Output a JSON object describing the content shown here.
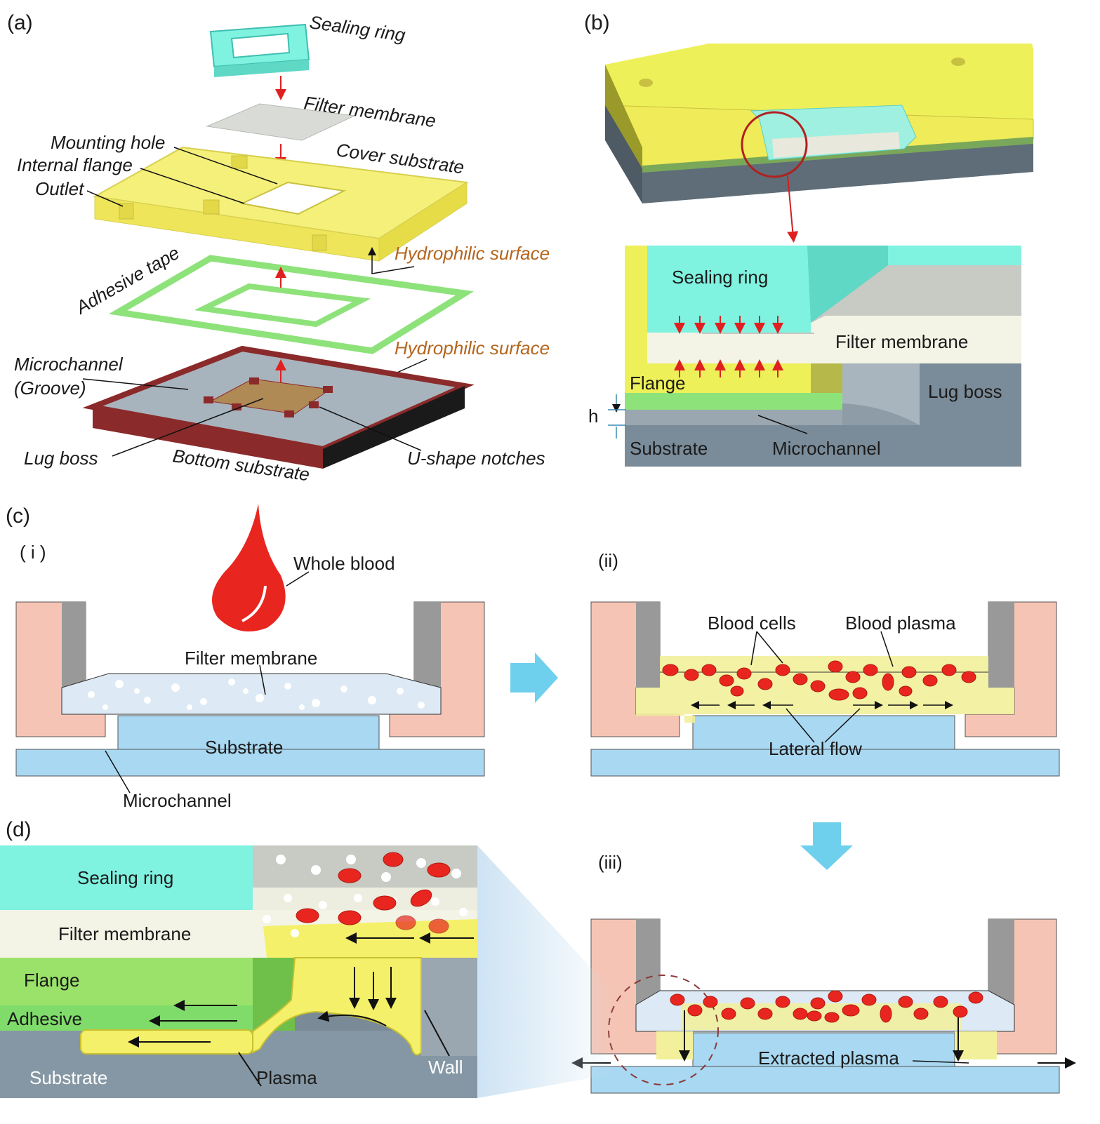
{
  "panels": {
    "a": "(a)",
    "b": "(b)",
    "c": "(c)",
    "d": "(d)",
    "c1": "( i )",
    "c2": "(ii)",
    "c3": "(iii)"
  },
  "a": {
    "sealing_ring": "Sealing ring",
    "filter_membrane": "Filter membrane",
    "mounting_hole": "Mounting hole",
    "internal_flange": "Internal flange",
    "outlet": "Outlet",
    "cover_substrate": "Cover substrate",
    "hydrophilic_1": "Hydrophilic surface",
    "adhesive_tape": "Adhesive tape",
    "hydrophilic_2": "Hydrophilic surface",
    "microchannel": "Microchannel",
    "groove": "(Groove)",
    "lug_boss": "Lug boss",
    "bottom_substrate": "Bottom substrate",
    "u_notches": "U-shape notches"
  },
  "b": {
    "sealing_ring": "Sealing ring",
    "filter_membrane": "Filter membrane",
    "flange": "Flange",
    "lug_boss": "Lug boss",
    "h": "h",
    "substrate": "Substrate",
    "microchannel": "Microchannel"
  },
  "c": {
    "whole_blood": "Whole blood",
    "filter_membrane": "Filter membrane",
    "substrate": "Substrate",
    "microchannel": "Microchannel",
    "blood_cells": "Blood cells",
    "blood_plasma": "Blood plasma",
    "lateral_flow": "Lateral flow",
    "extracted_plasma": "Extracted plasma"
  },
  "d": {
    "sealing_ring": "Sealing ring",
    "filter_membrane": "Filter membrane",
    "flange": "Flange",
    "adhesive": "Adhesive",
    "substrate": "Substrate",
    "plasma": "Plasma",
    "wall": "Wall"
  },
  "colors": {
    "cyan": "#7ff2e0",
    "yellow": "#f3ef5a",
    "green": "#8ee27a",
    "maroon": "#8b2a2a",
    "blue": "#a9d8f2",
    "pink": "#f6c4b4",
    "red": "#e8261f"
  }
}
